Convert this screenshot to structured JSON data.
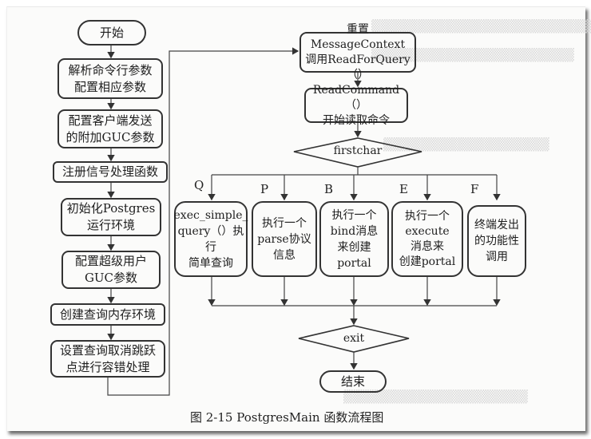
{
  "left_column": {
    "start": "开始",
    "steps": [
      "解析命令行参数\n配置相应参数",
      "配置客户端发送\n的附加GUC参数",
      "注册信号处理函数",
      "初始化Postgres\n运行环境",
      "配置超级用户\nGUC参数",
      "创建查询内存环境",
      "设置查询取消跳跃\n点进行容错处理"
    ]
  },
  "right_column": {
    "reset": "重置MessageContext\n调用ReadForQuery（）",
    "read_command": "ReadCommand（）\n开始读取命令",
    "decision": "firstchar",
    "branches": [
      {
        "key": "Q",
        "text": "exec_simple_\nquery（）执行\n简单查询"
      },
      {
        "key": "P",
        "text": "执行一个\nparse协议\n信息"
      },
      {
        "key": "B",
        "text": "执行一个\nbind消息\n来创建portal"
      },
      {
        "key": "E",
        "text": "执行一个\nexecute\n消息来\n创建portal"
      },
      {
        "key": "F",
        "text": "终端发出\n的功能性\n调用"
      }
    ],
    "exit_decision": "exit",
    "end": "结束"
  },
  "caption": "图 2-15    PostgresMain 函数流程图",
  "colors": {
    "line": "#333333",
    "page": "#fbfbfa",
    "ghost_text": "#d8d8d8"
  }
}
